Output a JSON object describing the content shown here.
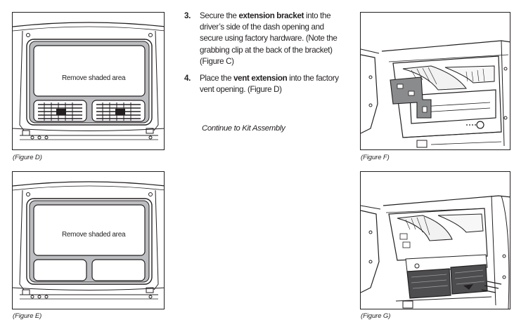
{
  "figures": {
    "d": {
      "caption": "(Figure D)",
      "label": "Remove shaded area"
    },
    "e": {
      "caption": "(Figure E)",
      "label": "Remove shaded area"
    },
    "f": {
      "caption": "(Figure F)"
    },
    "g": {
      "caption": "(Figure G)"
    }
  },
  "steps": [
    {
      "number": "3.",
      "text_before": "Secure the ",
      "bold": "extension bracket",
      "text_after": " into the driver’s side of the dash opening and secure using factory hardware. (Note the grabbing clip at the back of the bracket) (Figure C)"
    },
    {
      "number": "4.",
      "text_before": "Place the ",
      "bold": "vent extension",
      "text_after": " into the factory vent opening.  (Figure D)"
    }
  ],
  "continue_text": "Continue to Kit Assembly",
  "colors": {
    "ink": "#231f20",
    "shade": "#bcbdc0"
  }
}
